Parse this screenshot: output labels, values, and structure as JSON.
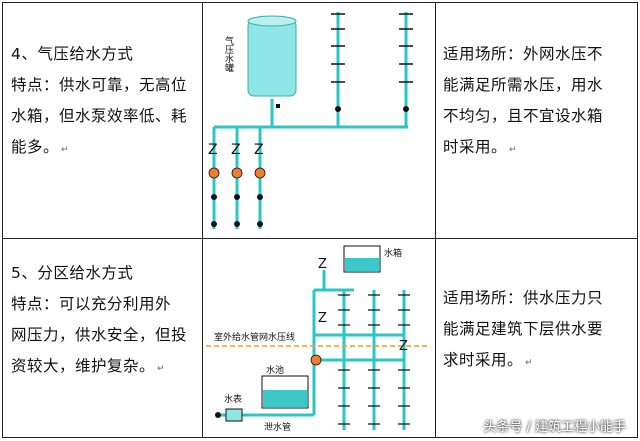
{
  "rows": [
    {
      "left": [
        "4、气压给水方式",
        "特点：供水可靠，无高位",
        "水箱，但水泵效率低、耗",
        "能多。"
      ],
      "right": [
        "适用场所：外网水压不",
        "能满足所需水压，用水",
        "不均匀，且不宜设水箱",
        "时采用。"
      ],
      "diagram_labels": {
        "tank": "气压水罐"
      }
    },
    {
      "left": [
        "5、分区给水方式",
        "特点：可以充分利用外",
        "网压力，供水安全，但投",
        "资较大，维护复杂。"
      ],
      "right": [
        "适用场所：供水压力只",
        "能满足建筑下层供水要",
        "求时采用。"
      ],
      "diagram_labels": {
        "roof_tank": "水箱",
        "pressure_line": "室外给水管网水压线",
        "pool": "水池",
        "meter": "水表",
        "drain": "泄水管"
      }
    }
  ],
  "watermark": "头条号 / 建筑工程小能手",
  "colors": {
    "pipe": "#2bc6c6",
    "tank": "#3cc8c8",
    "pressure_line": "#f39a2a",
    "pump": "#f07e2e"
  }
}
